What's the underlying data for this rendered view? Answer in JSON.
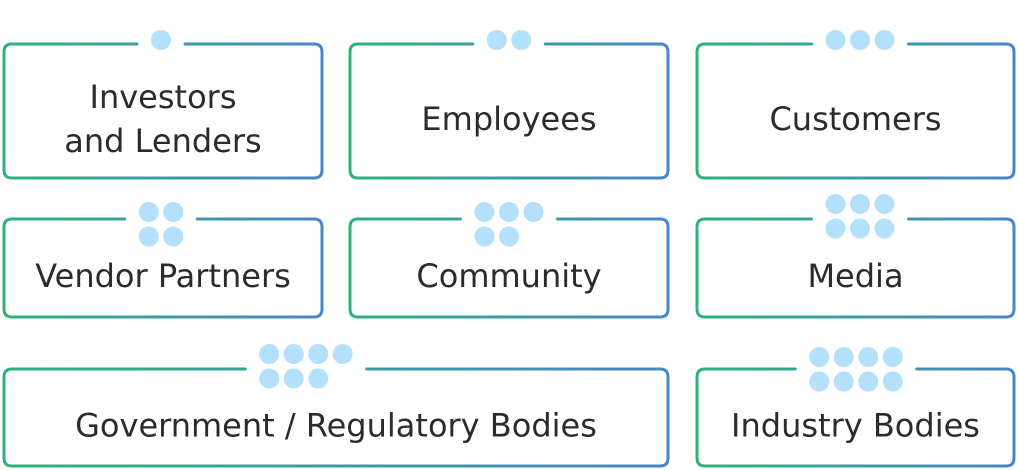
{
  "colors": {
    "border_start": "#2db37a",
    "border_end": "#4a86c6",
    "dot": "#b3e0fa",
    "text": "#2b2b2b",
    "background": "#ffffff"
  },
  "boxes": [
    {
      "id": "investors",
      "lines": [
        "Investors",
        "and Lenders"
      ],
      "dots": 1
    },
    {
      "id": "employees",
      "lines": [
        "Employees"
      ],
      "dots": 2
    },
    {
      "id": "customers",
      "lines": [
        "Customers"
      ],
      "dots": 3
    },
    {
      "id": "vendor",
      "lines": [
        "Vendor Partners"
      ],
      "dots": 4
    },
    {
      "id": "community",
      "lines": [
        "Community"
      ],
      "dots": 5
    },
    {
      "id": "media",
      "lines": [
        "Media"
      ],
      "dots": 6
    },
    {
      "id": "government",
      "lines": [
        "Government / Regulatory Bodies"
      ],
      "dots": 7
    },
    {
      "id": "industry",
      "lines": [
        "Industry Bodies"
      ],
      "dots": 8
    }
  ]
}
